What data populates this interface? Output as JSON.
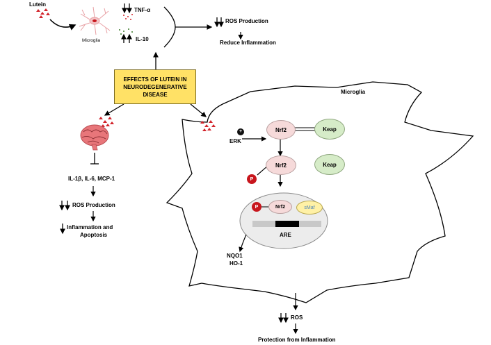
{
  "central": {
    "title": "EFFECTS OF LUTEIN IN NEURODEGENERATIVE DISEASE"
  },
  "top": {
    "lutein": "Lutein",
    "microglia": "Microglia",
    "tnf": "TNF-α",
    "il10": "IL-10",
    "ros": "ROS Production",
    "reduce": "Reduce Inflammation"
  },
  "left": {
    "cytokines": "IL-1β, IL-6, MCP-1",
    "ros": "ROS Production",
    "inflammation_line1": "Inflammation and",
    "inflammation_line2": "Apoptosis"
  },
  "cell": {
    "title": "Microglia",
    "erk": "ERK",
    "nrf2": "Nrf2",
    "keap": "Keap",
    "p": "P",
    "smaf": "sMaf",
    "are": "ARE",
    "nqo1": "NQO1",
    "ho1": "HO-1",
    "plus": "+"
  },
  "bottom": {
    "ros": "ROS",
    "protection": "Protection from Inflammation"
  },
  "colors": {
    "box_fill": "#ffe166",
    "lutein_particles": "#d2232a",
    "nrf2_fill": "#f6dada",
    "keap_fill": "#d6ecc8",
    "smaf_fill": "#fff1a6",
    "phospho": "#c8161d",
    "brain": "#e8767a"
  }
}
